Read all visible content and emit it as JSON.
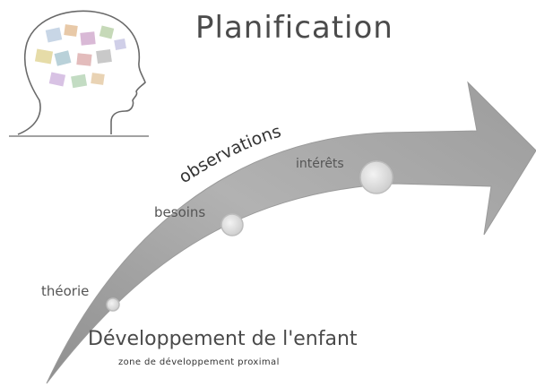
{
  "slide": {
    "title": "Planification"
  },
  "labels": {
    "observations": "observations",
    "theorie": "théorie",
    "besoins": "besoins",
    "interets": "intérêts",
    "developpement": "Développement de l'enfant",
    "zone": "zone de développement proximal"
  },
  "illustration": {
    "icon": "head-with-notes-icon"
  },
  "colors": {
    "arrow": "#a3a3a3",
    "circle": "#dedede",
    "text": "#555555"
  }
}
